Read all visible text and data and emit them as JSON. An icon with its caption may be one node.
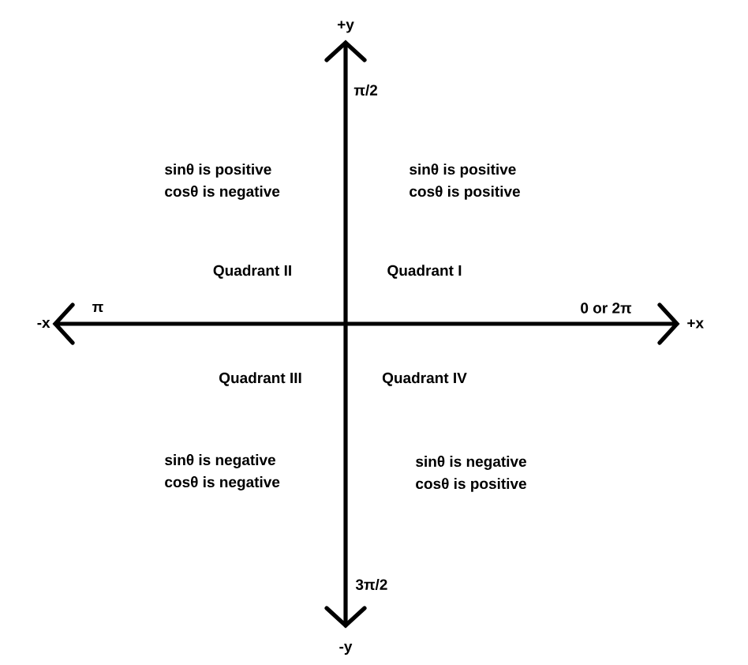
{
  "diagram": {
    "labels": [
      "+y",
      "π/2",
      "sinθ is positive",
      "sinθ is positive",
      "cosθ is negative",
      "cosθ is positive",
      "Quadrant II",
      "Quadrant I",
      "-x",
      "π",
      "0 or 2π",
      "+x",
      "Quadrant III",
      "Quadrant IV",
      "sinθ is negative",
      "sinθ is negative",
      "cosθ is negative",
      "cosθ is positive",
      "3π/2",
      "-y"
    ]
  }
}
